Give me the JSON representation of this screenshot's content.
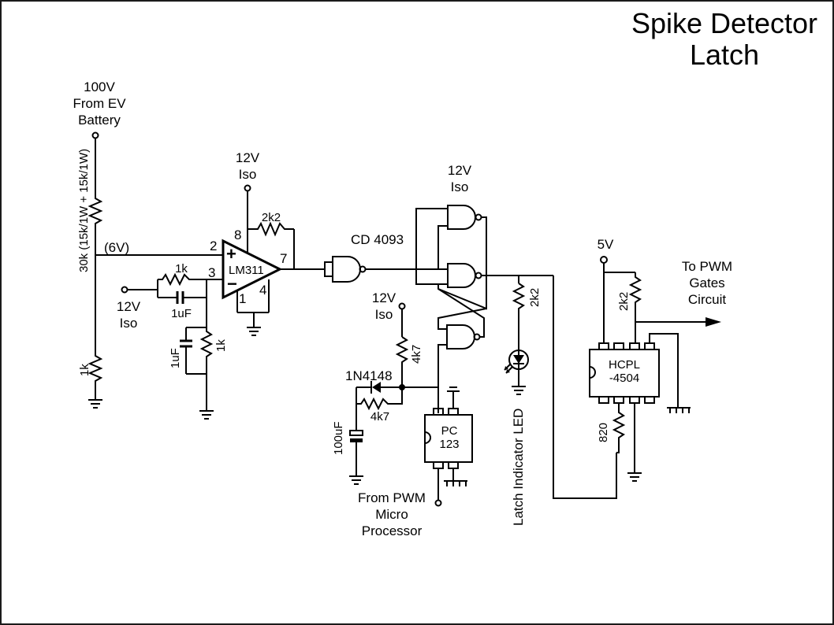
{
  "title": {
    "line1": "Spike Detector",
    "line2": "Latch"
  },
  "supply": {
    "battery": {
      "line1": "100V",
      "line2": "From EV",
      "line3": "Battery"
    },
    "iso_opamp": {
      "line1": "12V",
      "line2": "Iso"
    },
    "iso_ref": {
      "line1": "12V",
      "line2": "Iso"
    },
    "iso_latch": {
      "line1": "12V",
      "line2": "Iso"
    },
    "iso_diode": {
      "line1": "12V",
      "line2": "Iso"
    },
    "five_v": "5V"
  },
  "divider": {
    "top_resistor": "30k (15k/1W + 15k/1W)",
    "bottom_resistor": "1k",
    "node_voltage": "(6V)"
  },
  "comparator": {
    "part": "LM311",
    "pins": {
      "p2": "2",
      "p3": "3",
      "p8": "8",
      "p7": "7",
      "p1": "1",
      "p4": "4"
    },
    "feedback_resistor": "2k2",
    "ref_resistor": "1k",
    "ref_cap": "1uF",
    "shunt_cap": "1uF",
    "shunt_resistor": "1k"
  },
  "latch": {
    "part": "CD 4093",
    "led_resistor": "2k2",
    "led_label": "Latch Indicator LED"
  },
  "reset": {
    "pullup_resistor": "4k7",
    "diode": "1N4148",
    "series_resistor": "4k7",
    "capacitor": "100uF",
    "optocoupler": {
      "line1": "PC",
      "line2": "123"
    },
    "source": {
      "line1": "From PWM",
      "line2": "Micro",
      "line3": "Processor"
    }
  },
  "output": {
    "optocoupler": {
      "line1": "HCPL",
      "line2": "-4504"
    },
    "pullup_resistor": "2k2",
    "input_resistor": "820",
    "destination": {
      "line1": "To PWM",
      "line2": "Gates",
      "line3": "Circuit"
    }
  }
}
